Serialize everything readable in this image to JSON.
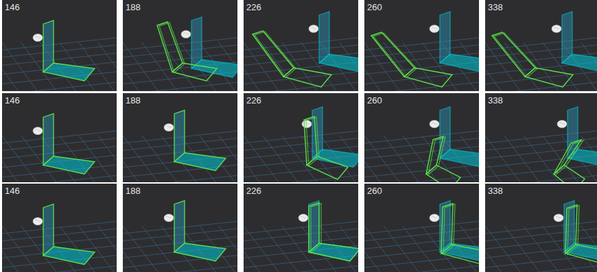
{
  "diagram": {
    "labels": [
      "146",
      "188",
      "226",
      "260",
      "338",
      "146",
      "188",
      "226",
      "260",
      "338",
      "146",
      "188",
      "226",
      "260",
      "338"
    ]
  }
}
